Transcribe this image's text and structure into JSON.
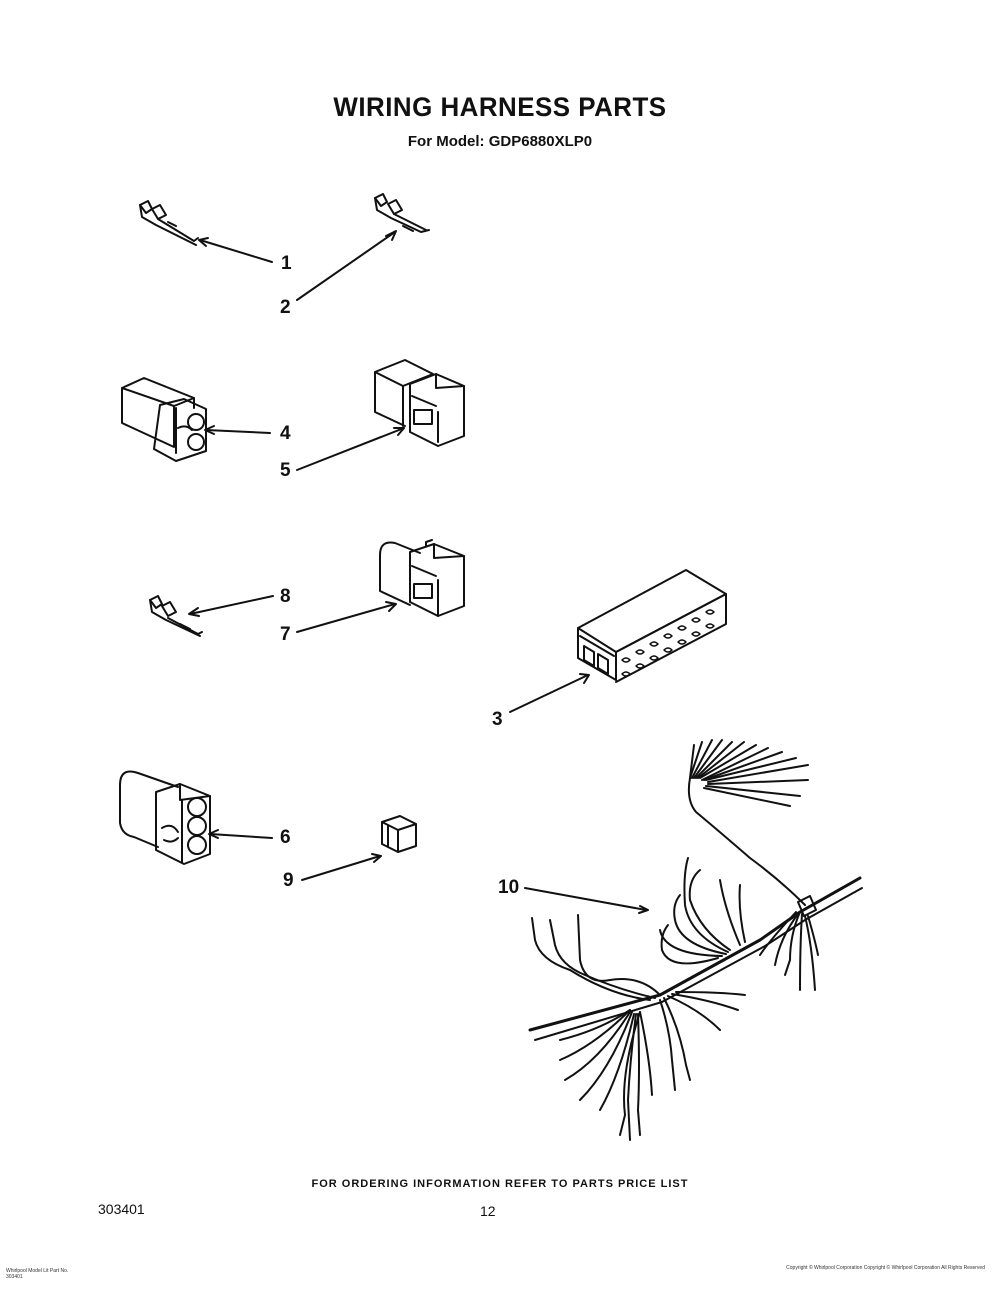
{
  "header": {
    "title": "WIRING HARNESS PARTS",
    "model_label": "For Model:",
    "model_number": "GDP6880XLP0"
  },
  "callouts": [
    {
      "id": "1",
      "label": "1"
    },
    {
      "id": "2",
      "label": "2"
    },
    {
      "id": "4",
      "label": "4"
    },
    {
      "id": "5",
      "label": "5"
    },
    {
      "id": "8",
      "label": "8"
    },
    {
      "id": "7",
      "label": "7"
    },
    {
      "id": "3",
      "label": "3"
    },
    {
      "id": "6",
      "label": "6"
    },
    {
      "id": "9",
      "label": "9"
    },
    {
      "id": "10",
      "label": "10"
    }
  ],
  "footer": {
    "ordering_note": "FOR ORDERING INFORMATION REFER TO PARTS PRICE LIST",
    "doc_number": "303401",
    "page_number": "12",
    "fine_print_left": "Whirlpool Model  Lit Part No. 303401",
    "fine_print_right": "Copyright © Whirlpool Corporation  Copyright © Whirlpool Corporation  All Rights Reserved"
  },
  "colors": {
    "ink": "#111111",
    "paper": "#ffffff"
  }
}
